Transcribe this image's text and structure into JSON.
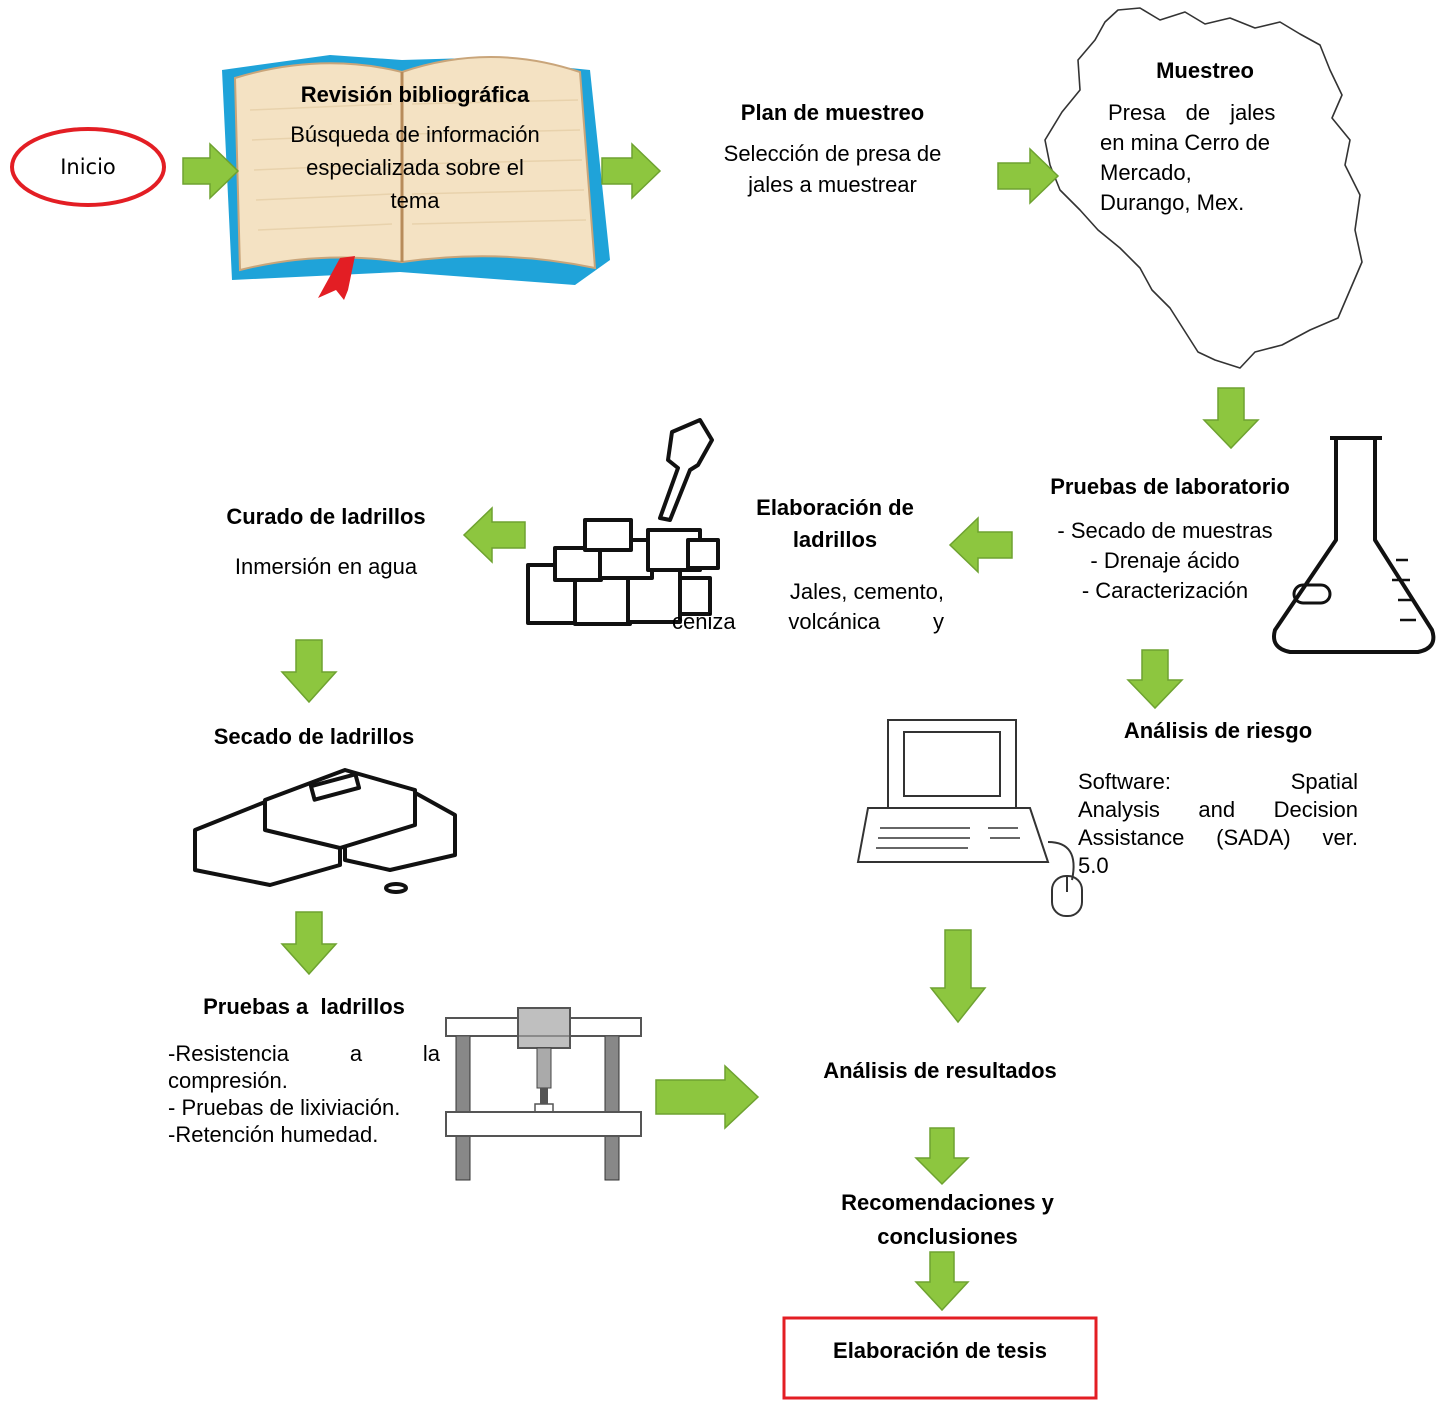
{
  "diagram": {
    "start": {
      "label": "Inicio"
    },
    "review": {
      "title": "Revisión bibliográfica",
      "lines": [
        "Búsqueda de información",
        "especializada sobre el",
        "tema"
      ]
    },
    "plan": {
      "title": "Plan de muestreo",
      "lines": [
        "Selección de presa de",
        "jales a muestrear"
      ]
    },
    "sampling": {
      "title": "Muestreo",
      "lines": [
        "Presa de jales",
        "en mina Cerro de",
        "Mercado,",
        "Durango, Mex."
      ]
    },
    "lab": {
      "title": "Pruebas de laboratorio",
      "lines": [
        "- Secado de muestras",
        "- Drenaje ácido",
        "- Caracterización"
      ]
    },
    "bricks_making": {
      "title_lines": [
        "Elaboración de",
        "ladrillos"
      ],
      "lines": [
        "Jales, cemento,",
        "ceniza volcánica y"
      ]
    },
    "curing": {
      "title": "Curado de ladrillos",
      "line": "Inmersión en agua"
    },
    "drying": {
      "title": "Secado de ladrillos"
    },
    "brick_tests": {
      "title": "Pruebas a  ladrillos",
      "lines": [
        "-Resistencia a la",
        "compresión.",
        "- Pruebas de lixiviación.",
        "-Retención humedad."
      ]
    },
    "risk": {
      "title": "Análisis de riesgo",
      "lines": [
        "Software: Spatial",
        "Analysis and Decision",
        "Assistance (SADA) ver.",
        "5.0"
      ]
    },
    "results": {
      "title": "Análisis de resultados"
    },
    "conclusions": {
      "title_lines": [
        "Recomendaciones y",
        "conclusiones"
      ]
    },
    "thesis": {
      "title": "Elaboración de tesis"
    }
  },
  "colors": {
    "arrow_fill": "#8DC63F",
    "arrow_stroke": "#6EA230",
    "start_border": "#E31E24",
    "thesis_border": "#E31E24"
  }
}
